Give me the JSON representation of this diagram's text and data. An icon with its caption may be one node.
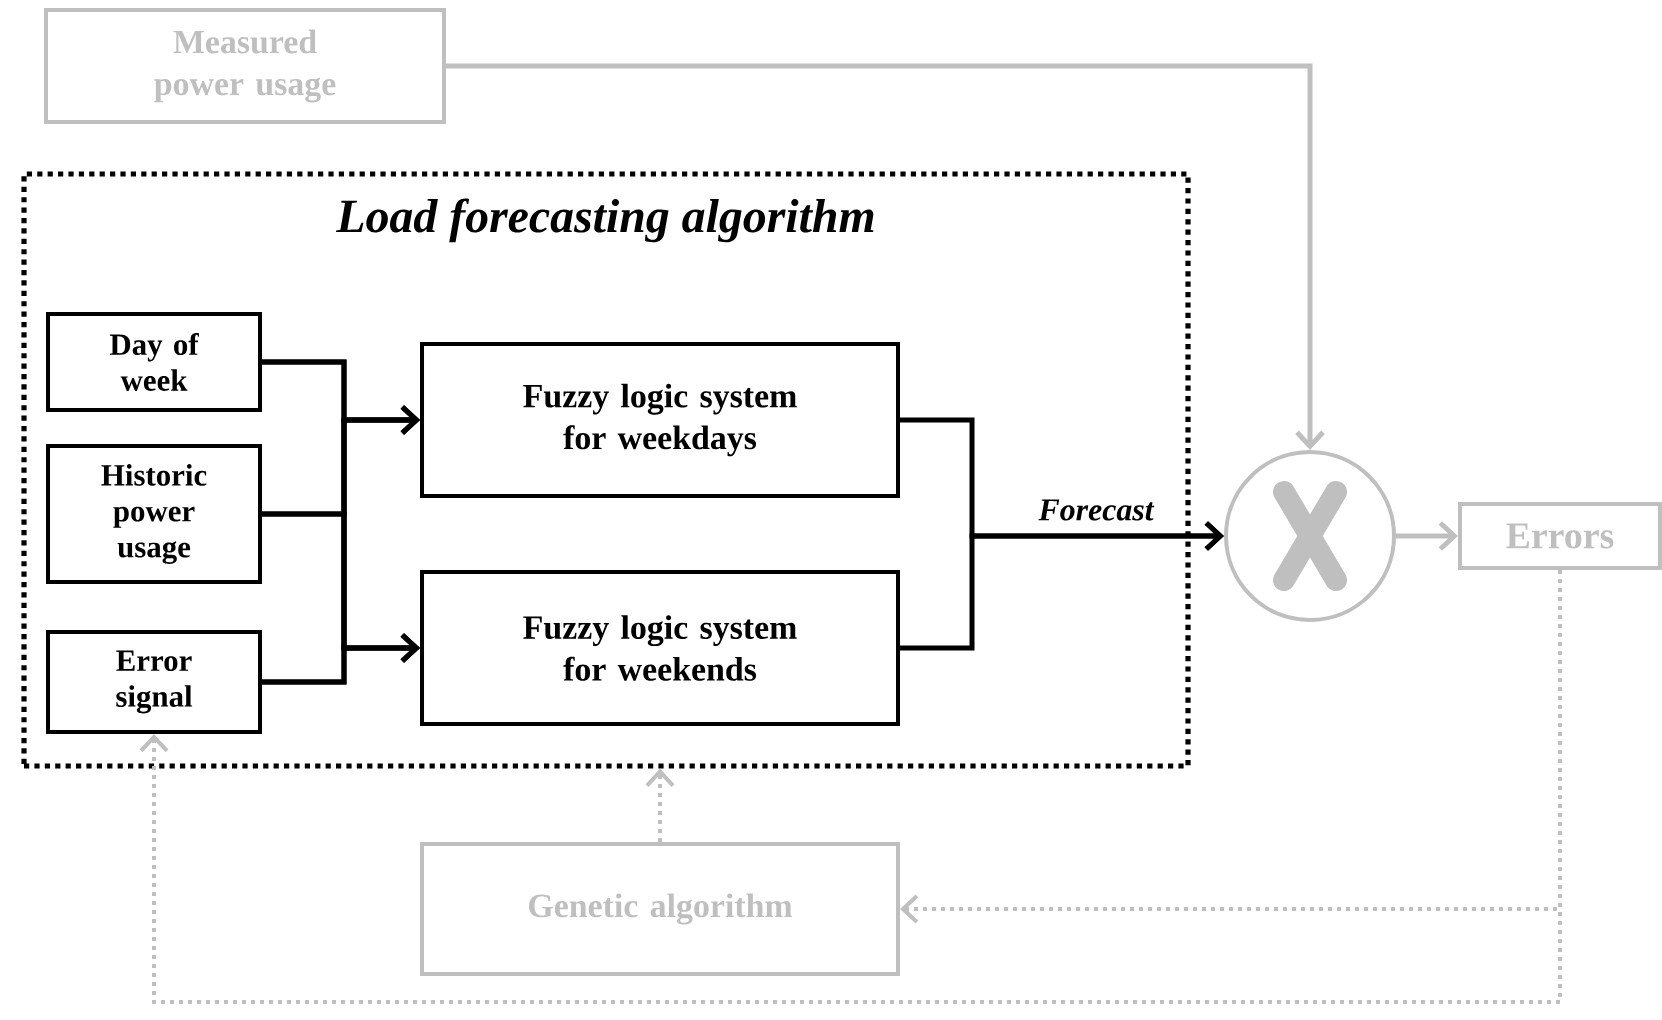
{
  "diagram": {
    "nodes": [
      {
        "text": [
          "Measured power usage"
        ]
      },
      {
        "text": [
          "Load forecasting algorithm"
        ]
      },
      {
        "text": [
          "Day of week"
        ],
        "in": 1
      },
      {
        "text": [
          "Historic power usage"
        ],
        "in": 1
      },
      {
        "text": [
          "Error signal"
        ],
        "in": 1
      },
      {
        "text": [
          "Fuzzy logic system for weekdays"
        ],
        "in": 1
      },
      {
        "text": [
          "Fuzzy logic system for weekends"
        ],
        "in": 1
      },
      {
        "text": [],
        "shape": "circle"
      },
      {
        "text": [
          "Errors"
        ]
      },
      {
        "text": [
          "Genetic algorithm"
        ]
      }
    ],
    "edges": [
      {
        "from": 0,
        "to": 7,
        "arrow": "to",
        "color": "#bfbfbf"
      },
      {
        "from": 2,
        "to": 5,
        "arrow": "to"
      },
      {
        "from": 3,
        "to": 5,
        "arrow": "to"
      },
      {
        "from": 4,
        "to": 5,
        "arrow": "to"
      },
      {
        "from": 2,
        "to": 6,
        "arrow": "to"
      },
      {
        "from": 3,
        "to": 6,
        "arrow": "to"
      },
      {
        "from": 4,
        "to": 6,
        "arrow": "to"
      },
      {
        "from": 5,
        "to": 7,
        "arrow": "to",
        "label": "Forecast"
      },
      {
        "from": 6,
        "to": 7,
        "arrow": "to"
      },
      {
        "from": 7,
        "to": 8,
        "arrow": "to",
        "color": "#bfbfbf"
      },
      {
        "from": 8,
        "to": 9,
        "arrow": "to",
        "style": "dashed",
        "color": "#bfbfbf"
      },
      {
        "from": 8,
        "to": 4,
        "arrow": "to",
        "style": "dashed",
        "color": "#bfbfbf"
      },
      {
        "from": 9,
        "to": 1,
        "arrow": "to",
        "style": "dashed",
        "color": "#bfbfbf"
      }
    ]
  }
}
